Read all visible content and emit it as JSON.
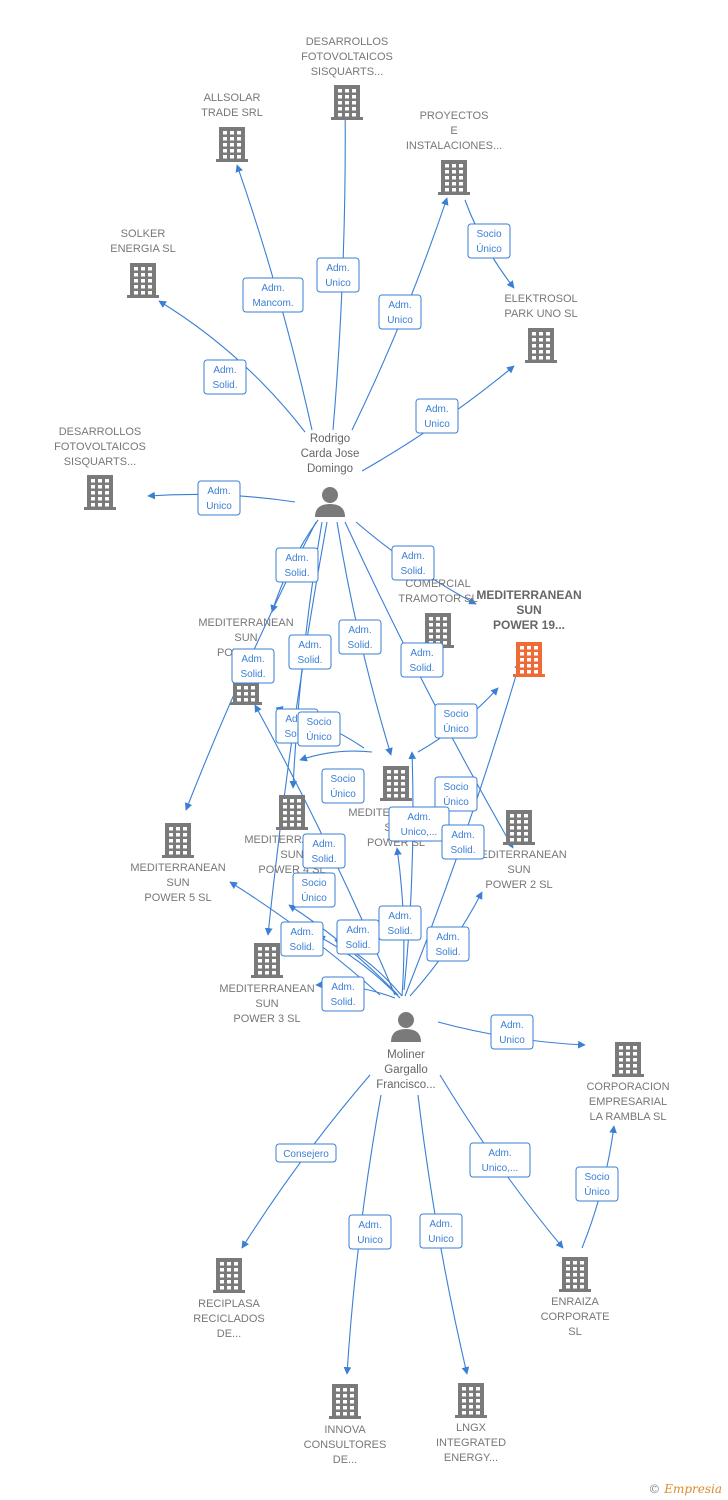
{
  "colors": {
    "edge": "#3a7fd5",
    "building": "#7a7a7a",
    "building_main": "#f06a35",
    "text": "#777777"
  },
  "persons": [
    {
      "id": "p1",
      "icon": "person-icon",
      "lines": [
        "Rodrigo",
        "Carda Jose",
        "Domingo"
      ]
    },
    {
      "id": "p2",
      "icon": "person-icon",
      "lines": [
        "Moliner",
        "Gargallo",
        "Francisco..."
      ]
    }
  ],
  "companies": [
    {
      "id": "c_desarrollos_top",
      "lines": [
        "DESARROLLOS",
        "FOTOVOLTAICOS",
        "SISQUARTS..."
      ]
    },
    {
      "id": "c_allsolar",
      "lines": [
        "ALLSOLAR",
        "TRADE SRL"
      ]
    },
    {
      "id": "c_proyectos",
      "lines": [
        "PROYECTOS",
        "E",
        "INSTALACIONES..."
      ]
    },
    {
      "id": "c_solker",
      "lines": [
        "SOLKER",
        "ENERGIA SL"
      ]
    },
    {
      "id": "c_elektrosol",
      "lines": [
        "ELEKTROSOL",
        "PARK UNO  SL"
      ]
    },
    {
      "id": "c_desarrollos_left",
      "lines": [
        "DESARROLLOS",
        "FOTOVOLTAICOS",
        "SISQUARTS..."
      ]
    },
    {
      "id": "c_comercial",
      "lines": [
        "COMERCIAL",
        "TRAMOTOR SL"
      ]
    },
    {
      "id": "c_med19",
      "lines": [
        "MEDITERRANEAN",
        "SUN",
        "POWER 19..."
      ],
      "main": true
    },
    {
      "id": "c_med_left",
      "lines": [
        "MEDITERRANEAN",
        "SUN",
        "POWER  SL"
      ]
    },
    {
      "id": "c_med_center",
      "lines": [
        "MEDITERRANEAN",
        "SUN",
        "POWER  SL"
      ]
    },
    {
      "id": "c_med4",
      "lines": [
        "MEDITERRANEAN",
        "SUN",
        "POWER 4  SL"
      ]
    },
    {
      "id": "c_med5",
      "lines": [
        "MEDITERRANEAN",
        "SUN",
        "POWER 5  SL"
      ]
    },
    {
      "id": "c_med2",
      "lines": [
        "MEDITERRANEAN",
        "SUN",
        "POWER 2  SL"
      ]
    },
    {
      "id": "c_med3",
      "lines": [
        "MEDITERRANEAN",
        "SUN",
        "POWER 3  SL"
      ]
    },
    {
      "id": "c_corporacion",
      "lines": [
        "CORPORACION",
        "EMPRESARIAL",
        "LA RAMBLA SL"
      ]
    },
    {
      "id": "c_reciplasa",
      "lines": [
        "RECIPLASA",
        "RECICLADOS",
        "DE..."
      ]
    },
    {
      "id": "c_enraiza",
      "lines": [
        "ENRAIZA",
        "CORPORATE",
        "SL"
      ]
    },
    {
      "id": "c_innova",
      "lines": [
        "INNOVA",
        "CONSULTORES",
        "DE..."
      ]
    },
    {
      "id": "c_lngx",
      "lines": [
        "LNGX",
        "INTEGRATED",
        "ENERGY..."
      ]
    }
  ],
  "edge_labels": [
    {
      "id": "e1",
      "lines": [
        "Adm.",
        "Unico"
      ]
    },
    {
      "id": "e2",
      "lines": [
        "Adm.",
        "Mancom."
      ]
    },
    {
      "id": "e3",
      "lines": [
        "Adm.",
        "Unico"
      ]
    },
    {
      "id": "e4",
      "lines": [
        "Socio",
        "Único"
      ]
    },
    {
      "id": "e5",
      "lines": [
        "Adm.",
        "Solid."
      ]
    },
    {
      "id": "e6",
      "lines": [
        "Adm.",
        "Unico"
      ]
    },
    {
      "id": "e7",
      "lines": [
        "Adm.",
        "Unico"
      ]
    },
    {
      "id": "e8",
      "lines": [
        "Adm.",
        "Solid."
      ]
    },
    {
      "id": "e9",
      "lines": [
        "Adm.",
        "Solid."
      ]
    },
    {
      "id": "e10",
      "lines": [
        "Adm.",
        "Solid."
      ]
    },
    {
      "id": "e11",
      "lines": [
        "Adm.",
        "Solid."
      ]
    },
    {
      "id": "e12",
      "lines": [
        "Adm.",
        "Solid."
      ]
    },
    {
      "id": "e13",
      "lines": [
        "Adm.",
        "Solid."
      ]
    },
    {
      "id": "e14",
      "lines": [
        "Adm.",
        "Solid."
      ]
    },
    {
      "id": "e15",
      "lines": [
        "Socio",
        "Único"
      ]
    },
    {
      "id": "e16",
      "lines": [
        "Socio",
        "Único"
      ]
    },
    {
      "id": "e17",
      "lines": [
        "Socio",
        "Único"
      ]
    },
    {
      "id": "e18",
      "lines": [
        "Socio",
        "Único"
      ]
    },
    {
      "id": "e19",
      "lines": [
        "Adm.",
        "Unico,..."
      ]
    },
    {
      "id": "e20",
      "lines": [
        "Adm.",
        "Solid."
      ]
    },
    {
      "id": "e21",
      "lines": [
        "Adm.",
        "Solid."
      ]
    },
    {
      "id": "e22",
      "lines": [
        "Socio",
        "Único"
      ]
    },
    {
      "id": "e23",
      "lines": [
        "Adm.",
        "Solid."
      ]
    },
    {
      "id": "e24",
      "lines": [
        "Adm.",
        "Solid."
      ]
    },
    {
      "id": "e25",
      "lines": [
        "Adm.",
        "Solid."
      ]
    },
    {
      "id": "e26",
      "lines": [
        "Adm.",
        "Solid."
      ]
    },
    {
      "id": "e27",
      "lines": [
        "Adm.",
        "Solid."
      ]
    },
    {
      "id": "e28",
      "lines": [
        "Adm.",
        "Unico"
      ]
    },
    {
      "id": "e29",
      "lines": [
        "Consejero"
      ]
    },
    {
      "id": "e30",
      "lines": [
        "Adm.",
        "Unico,..."
      ]
    },
    {
      "id": "e31",
      "lines": [
        "Socio",
        "Único"
      ]
    },
    {
      "id": "e32",
      "lines": [
        "Adm.",
        "Unico"
      ]
    },
    {
      "id": "e33",
      "lines": [
        "Adm.",
        "Unico"
      ]
    }
  ],
  "footer": {
    "copyright": "©",
    "brand": "Empresia"
  }
}
